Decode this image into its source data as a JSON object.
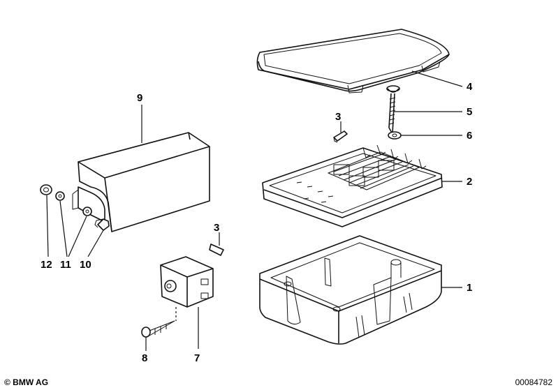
{
  "labels": [
    {
      "id": "1",
      "text": "1"
    },
    {
      "id": "2",
      "text": "2"
    },
    {
      "id": "3a",
      "text": "3"
    },
    {
      "id": "3b",
      "text": "3"
    },
    {
      "id": "4",
      "text": "4"
    },
    {
      "id": "5",
      "text": "5"
    },
    {
      "id": "6",
      "text": "6"
    },
    {
      "id": "7",
      "text": "7"
    },
    {
      "id": "8",
      "text": "8"
    },
    {
      "id": "9",
      "text": "9"
    },
    {
      "id": "10",
      "text": "10"
    },
    {
      "id": "11",
      "text": "11"
    },
    {
      "id": "12",
      "text": "12"
    }
  ],
  "footer": {
    "copyright": "© BMW AG",
    "document_number": "00084782"
  },
  "colors": {
    "line": "#111111",
    "background": "#ffffff"
  }
}
